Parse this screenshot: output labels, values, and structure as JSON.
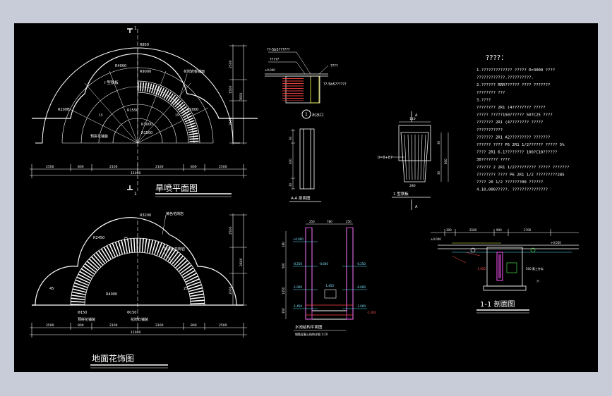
{
  "titles": {
    "dry_fountain_plan": "旱喷平面图",
    "ground_pattern": "地面花饰图",
    "section_1_1": "1-1 剖面图",
    "notes_heading": "????："
  },
  "plan_labels": {
    "r4000": "R4000",
    "r_a": "R9000",
    "paving_label": "I 型铁板",
    "granite_label": "花岗岩板铺面",
    "r2000_a": "R2000",
    "r2000_b": "R2000",
    "r_small": "R1550",
    "r3000": "R3000",
    "stone": "预拼花铺装",
    "r_top": "R850",
    "r_b": "R1500",
    "dim_angle_a": "15",
    "dim_angle_b": "15",
    "dim_bottom": [
      "2500",
      "800",
      "2100",
      "2100",
      "800",
      "2500"
    ],
    "dim_total": "11000",
    "dim_right": [
      "2500",
      "1500",
      "2500"
    ],
    "dim_right_total": "7600",
    "section_mark_top": "1",
    "section_mark_bottom": "1"
  },
  "ground_labels": {
    "r_top": "R3200",
    "yellow_granite": "黄色花岗岩",
    "red_granite": "灰白色花岗岩",
    "r_left": "R2450",
    "r_right": "45",
    "r_center": "R4000",
    "label_a": "Φ150",
    "label_b": "Φ150",
    "paving_a": "预拼花铺装",
    "paving_b": "花岗石铺装",
    "small_a": "75",
    "small_b": "25",
    "dim_bottom": [
      "2500",
      "800",
      "2100",
      "2100",
      "800",
      "2500"
    ],
    "dim_total": "11000",
    "dim_right": [
      "2500",
      "2600",
      "2000"
    ]
  },
  "detail_top": {
    "label_a": "??-5b5??????",
    "label_b": "?????",
    "label_c": "????",
    "label_d": "??-5b5??????",
    "circle_num": "1",
    "circle_label": "出水口",
    "elev": "±0.000"
  },
  "grate": {
    "title": "1 型铁板",
    "dim_top": "110",
    "dims_side": [
      "30",
      "600",
      "30"
    ],
    "label": "0=8+87",
    "dim_bottom": "280",
    "section_mark": "A"
  },
  "detail_aa": {
    "title": "A-A 剖面图",
    "dims": [
      "30",
      "400",
      "30"
    ]
  },
  "water_tank": {
    "title": "水池结构平面图",
    "subtitle": "钢筋混凝土结构详图 1:20",
    "dims_top": [
      "250",
      "780",
      "250"
    ],
    "left_elevs": [
      "+0.000",
      "-0.250",
      "-0.600",
      "-1.000",
      "-1.450"
    ],
    "right_elevs": [
      "-0.250",
      "-0.600",
      "-1.000",
      "-1.450"
    ],
    "dims_left": [
      "180",
      "500",
      "1450",
      "350"
    ],
    "label_bottom": "-1.950"
  },
  "section_11": {
    "dims_top": [
      "300",
      "2500",
      "900",
      "2700"
    ],
    "elev_a": "+0.050",
    "elev_b": "±0.000",
    "elev_c": "-1.950",
    "label_a": "500 素土夯实",
    "label_b": "??"
  },
  "notes": [
    "1.????????????? ????? R=3000 ????",
    "  ????????????.??????????.",
    "2.??????  RRR?????? ???? ???????",
    "  ???????? ???",
    "3.????",
    "  ????????  2R1 (4???????? ?????",
    "  ?????   ?????150??????  50?C25   ????",
    "  ???????  2R1 (4???????? ?????",
    "  ???????????",
    "  ???????  2R1 A2????????? ???????",
    "  ??????  ????  P6  2R1 1/2?????? ?????  5%",
    "  ????  2R1 6.1???????? 100?C10??????",
    "  30???????  ????",
    "  ??????  2  2R1 1/2????????? ?????   ???????",
    "  ????????  ????  P6  2R1 1/2 ?????????285",
    "  ????  20  1/2     ???????00    ??????",
    "4.10,000?????.  ???????????????"
  ]
}
